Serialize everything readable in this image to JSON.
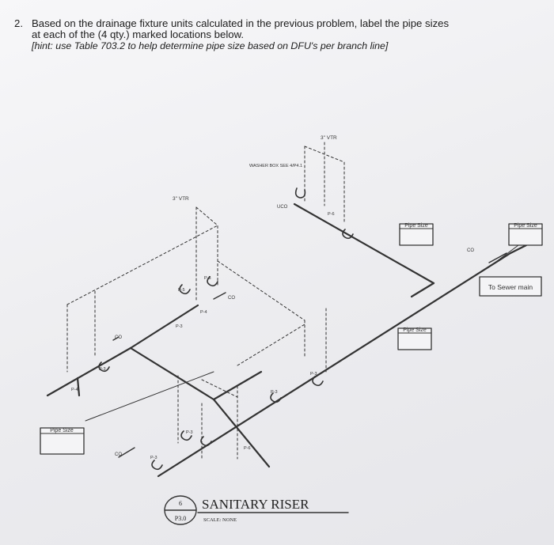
{
  "question": {
    "number": "2.",
    "line1": "Based on the drainage fixture units calculated in the previous problem, label the pipe sizes",
    "line2": "at each of the (4 qty.) marked locations below.",
    "hint": "[hint: use Table 703.2 to help determine pipe size based on DFU's per branch line]"
  },
  "drawing": {
    "title": "SANITARY RISER",
    "scale": "SCALE: NONE",
    "detail_number": "6",
    "sheet": "P3.0",
    "callouts": {
      "vtr_top": "3\" VTR",
      "vtr_left": "3\" VTR",
      "washer_box": "WASHER BOX\nSEE 4/P4.1",
      "uco": "UCO",
      "to_sewer": "To Sewer main",
      "co": "CO"
    },
    "pipe_size_boxes": [
      "Pipe Size",
      "Pipe Size",
      "Pipe Size",
      "Pipe Size"
    ],
    "fixture_tags": [
      "P-3",
      "P-3",
      "P-3",
      "P-3",
      "P-3",
      "P-3",
      "P-4",
      "P-4",
      "P-5",
      "P-5",
      "P-6",
      "P-6"
    ]
  }
}
